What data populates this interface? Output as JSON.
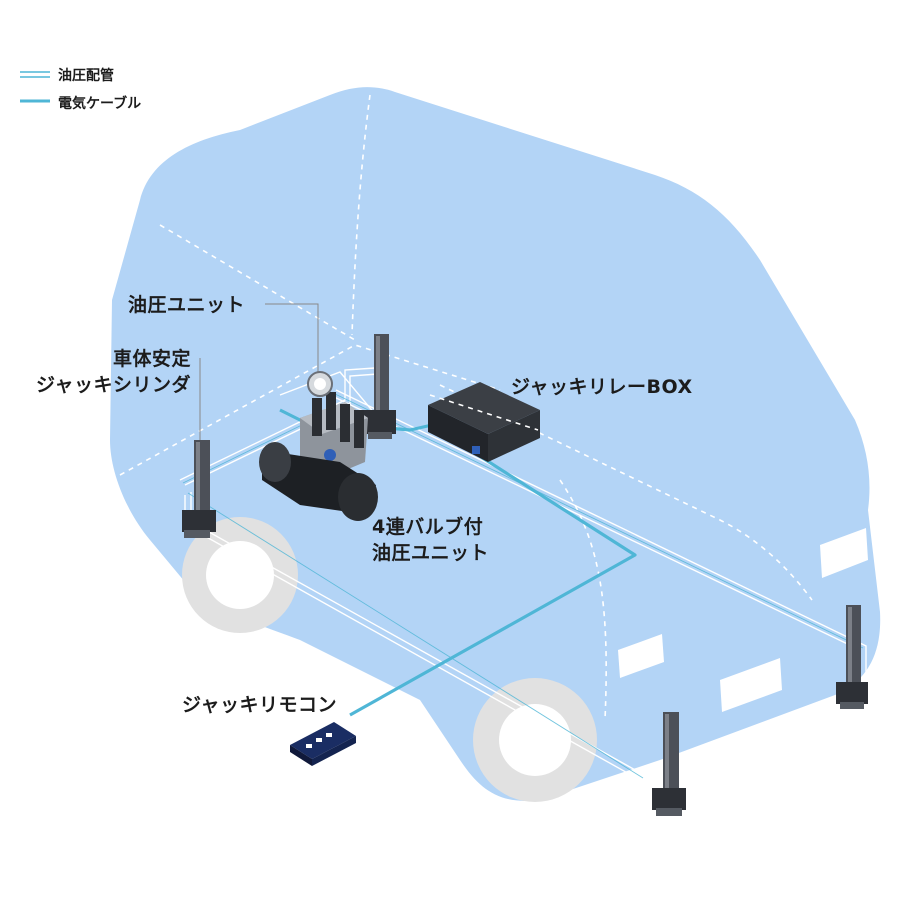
{
  "legend": {
    "items": [
      {
        "label": "油圧配管",
        "style": "double-line",
        "color": "#4fb6d6"
      },
      {
        "label": "電気ケーブル",
        "style": "single-line",
        "color": "#4fb6d6"
      }
    ]
  },
  "labels": {
    "hydraulic_unit": "油圧ユニット",
    "stabilizer_cylinder": [
      "車体安定",
      "ジャッキシリンダ"
    ],
    "relay_box": "ジャッキリレーBOX",
    "valve_unit": [
      "4連バルブ付",
      "油圧ユニット"
    ],
    "remote": "ジャッキリモコン"
  },
  "colors": {
    "vehicle_body": "#b3d4f6",
    "wheel": "#e1e1e1",
    "hydraulic_line": "#4fb6d6",
    "cable": "#4fb6d6",
    "equipment_dark": "#24272b",
    "remote_body": "#1a2d63"
  }
}
